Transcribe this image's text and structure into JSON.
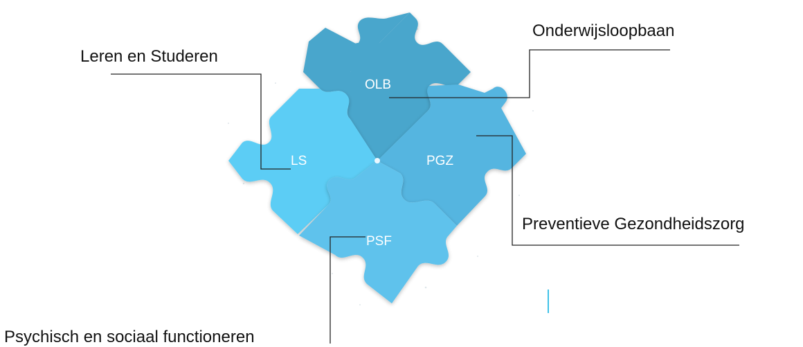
{
  "pieces": {
    "olb": {
      "label": "OLB",
      "color": "#4aa6cc"
    },
    "ls": {
      "label": "LS",
      "color": "#5ccdf5"
    },
    "pgz": {
      "label": "PGZ",
      "color": "#55b5e0"
    },
    "psf": {
      "label": "PSF",
      "color": "#5ec2ec"
    }
  },
  "callouts": {
    "olb": "Onderwijsloopbaan",
    "ls": "Leren en Studeren",
    "pgz": "Preventieve Gezondheidszorg",
    "psf": "Psychisch en sociaal functioneren"
  }
}
